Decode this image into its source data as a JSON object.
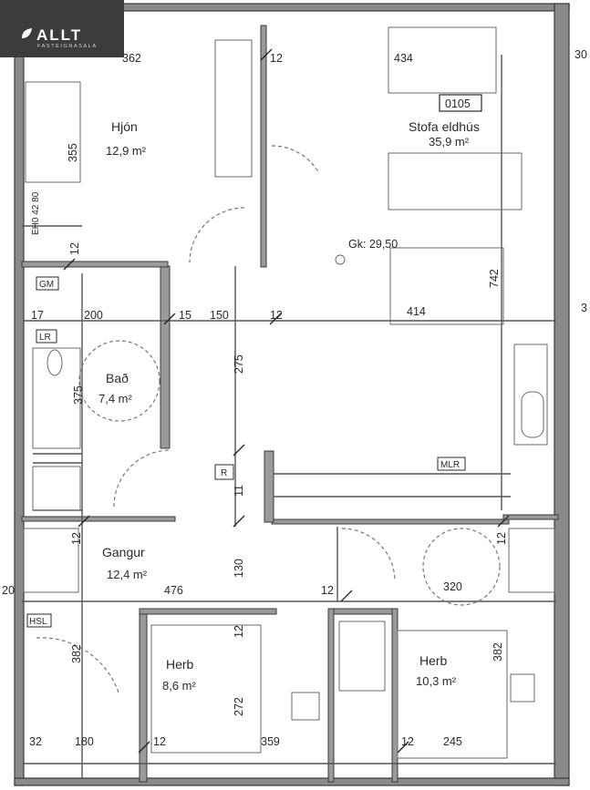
{
  "brand": {
    "name": "ALLT",
    "subtitle": "FASTEIGNASALA"
  },
  "colors": {
    "wall": "#3a3a3a",
    "wall_fill": "#8a8a8a",
    "line": "#555555",
    "text": "#2a2a2a",
    "logo_bg": "#3c3c3c"
  },
  "rooms": {
    "hjon": {
      "name": "Hjón",
      "area": "12,9 m²"
    },
    "stofa": {
      "code": "0105",
      "name": "Stofa eldhús",
      "area": "35,9 m²"
    },
    "bad": {
      "name": "Bað",
      "area": "7,4 m²"
    },
    "gangur": {
      "name": "Gangur",
      "area": "12,4 m²"
    },
    "herb1": {
      "name": "Herb",
      "area": "8,6 m²"
    },
    "herb2": {
      "name": "Herb",
      "area": "10,3 m²"
    }
  },
  "tags": {
    "gm": "GM",
    "lr": "LR",
    "mlr": "MLR",
    "hsl": "HSL",
    "r": "R",
    "eho": "EH0 42 80"
  },
  "level": "Gk: 29,50",
  "dimensions": {
    "d362": "362",
    "d12a": "12",
    "d434": "434",
    "d30a": "30",
    "d355": "355",
    "d12b": "12",
    "d742": "742",
    "d17": "17",
    "d200": "200",
    "d15": "15",
    "d150": "150",
    "d12c": "12",
    "d414": "414",
    "d3": "3",
    "d375": "375",
    "d275": "275",
    "d11": "11",
    "d12d": "12",
    "d12e": "12",
    "d130": "130",
    "d476": "476",
    "d12f": "12",
    "d320": "320",
    "d20": "20",
    "d382a": "382",
    "d12g": "12",
    "d272": "272",
    "d382b": "382",
    "d32": "32",
    "d180": "180",
    "d12h": "12",
    "d359": "359",
    "d12i": "12",
    "d245": "245"
  }
}
